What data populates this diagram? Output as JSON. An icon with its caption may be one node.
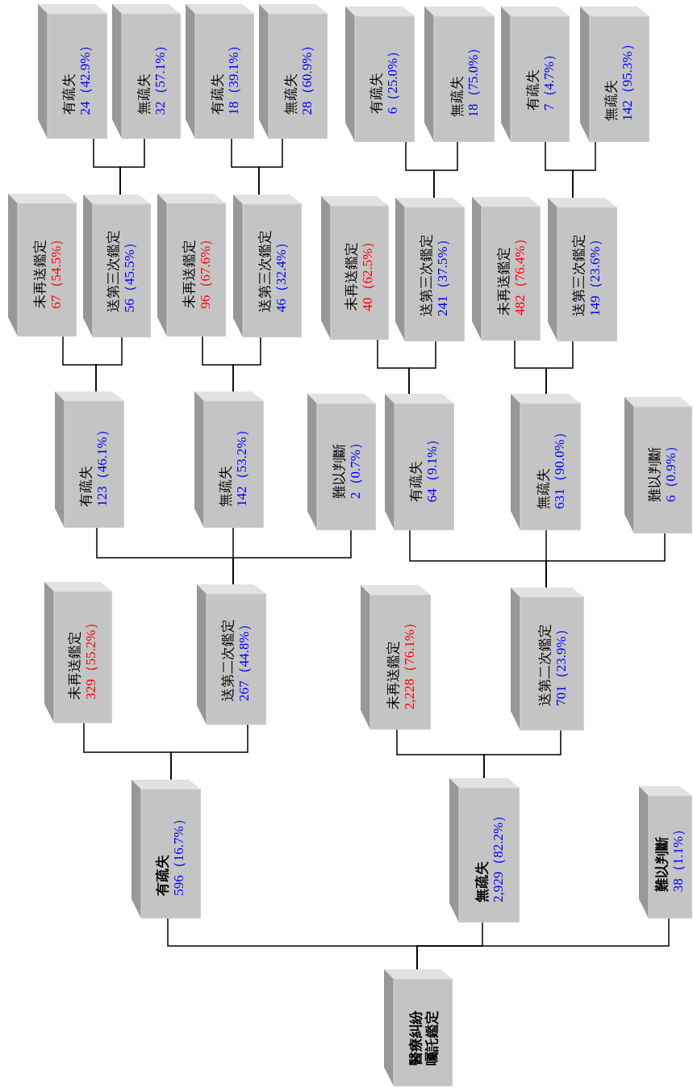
{
  "diagram": {
    "nodes": [
      {
        "text": [
          "醫療糾紛囑託鑑定"
        ]
      },
      {
        "text": [
          "有疏失",
          "596（16.7%）"
        ]
      },
      {
        "text": [
          "無疏失",
          "2,929（82.2%）"
        ]
      },
      {
        "text": [
          "難以判斷",
          "38（1.1%）"
        ]
      },
      {
        "text": [
          "未再送鑑定",
          "329（55.2%）"
        ]
      },
      {
        "text": [
          "送第二次鑑定",
          "267（44.8%）"
        ]
      },
      {
        "text": [
          "未再送鑑定",
          "2,228（76.1%）"
        ]
      },
      {
        "text": [
          "送第二次鑑定",
          "701（23.9%）"
        ]
      },
      {
        "text": [
          "有疏失",
          "123（46.1%）"
        ]
      },
      {
        "text": [
          "無疏失",
          "142（53.2%）"
        ]
      },
      {
        "text": [
          "難以判斷",
          "2（0.7%）"
        ]
      },
      {
        "text": [
          "有疏失",
          "64（9.1%）"
        ]
      },
      {
        "text": [
          "無疏失",
          "631（90.0%）"
        ]
      },
      {
        "text": [
          "難以判斷",
          "6（0.9%）"
        ]
      },
      {
        "text": [
          "未再送鑑定",
          "67（54.5%）"
        ]
      },
      {
        "text": [
          "送第三次鑑定",
          "56（45.5%）"
        ]
      },
      {
        "text": [
          "未再送鑑定",
          "96（67.6%）"
        ]
      },
      {
        "text": [
          "送第三次鑑定",
          "46（32.4%）"
        ]
      },
      {
        "text": [
          "未再送鑑定",
          "40（62.5%）"
        ]
      },
      {
        "text": [
          "送第三次鑑定",
          "241（37.5%）"
        ]
      },
      {
        "text": [
          "未再送鑑定",
          "482（76.4%）"
        ]
      },
      {
        "text": [
          "送第三次鑑定",
          "149（23.6%）"
        ]
      },
      {
        "text": [
          "有疏失",
          "24（42.9%）"
        ]
      },
      {
        "text": [
          "無疏失",
          "32（57.1%）"
        ]
      },
      {
        "text": [
          "有疏失",
          "18（39.1%）"
        ]
      },
      {
        "text": [
          "無疏失",
          "28（60.9%）"
        ]
      },
      {
        "text": [
          "有疏失",
          "6（25.0%）"
        ]
      },
      {
        "text": [
          "無疏失",
          "18（75.0%）"
        ]
      },
      {
        "text": [
          "有疏失",
          "7（4.7%）"
        ]
      },
      {
        "text": [
          "無疏失",
          "142（95.3%）"
        ]
      }
    ],
    "edges": [
      {
        "from": 0,
        "to": 1,
        "arrow": "none"
      },
      {
        "from": 0,
        "to": 2,
        "arrow": "none"
      },
      {
        "from": 0,
        "to": 3,
        "arrow": "none"
      },
      {
        "from": 1,
        "to": 4,
        "arrow": "none"
      },
      {
        "from": 1,
        "to": 5,
        "arrow": "none"
      },
      {
        "from": 2,
        "to": 6,
        "arrow": "none"
      },
      {
        "from": 2,
        "to": 7,
        "arrow": "none"
      },
      {
        "from": 5,
        "to": 8,
        "arrow": "none"
      },
      {
        "from": 5,
        "to": 9,
        "arrow": "none"
      },
      {
        "from": 5,
        "to": 10,
        "arrow": "none"
      },
      {
        "from": 7,
        "to": 11,
        "arrow": "none"
      },
      {
        "from": 7,
        "to": 12,
        "arrow": "none"
      },
      {
        "from": 7,
        "to": 13,
        "arrow": "none"
      },
      {
        "from": 8,
        "to": 14,
        "arrow": "none"
      },
      {
        "from": 8,
        "to": 15,
        "arrow": "none"
      },
      {
        "from": 9,
        "to": 16,
        "arrow": "none"
      },
      {
        "from": 9,
        "to": 17,
        "arrow": "none"
      },
      {
        "from": 11,
        "to": 18,
        "arrow": "none"
      },
      {
        "from": 11,
        "to": 19,
        "arrow": "none"
      },
      {
        "from": 12,
        "to": 20,
        "arrow": "none"
      },
      {
        "from": 12,
        "to": 21,
        "arrow": "none"
      },
      {
        "from": 15,
        "to": 22,
        "arrow": "none"
      },
      {
        "from": 15,
        "to": 23,
        "arrow": "none"
      },
      {
        "from": 17,
        "to": 24,
        "arrow": "none"
      },
      {
        "from": 17,
        "to": 25,
        "arrow": "none"
      },
      {
        "from": 19,
        "to": 26,
        "arrow": "none"
      },
      {
        "from": 19,
        "to": 27,
        "arrow": "none"
      },
      {
        "from": 21,
        "to": 28,
        "arrow": "none"
      },
      {
        "from": 21,
        "to": 29,
        "arrow": "none"
      }
    ]
  }
}
